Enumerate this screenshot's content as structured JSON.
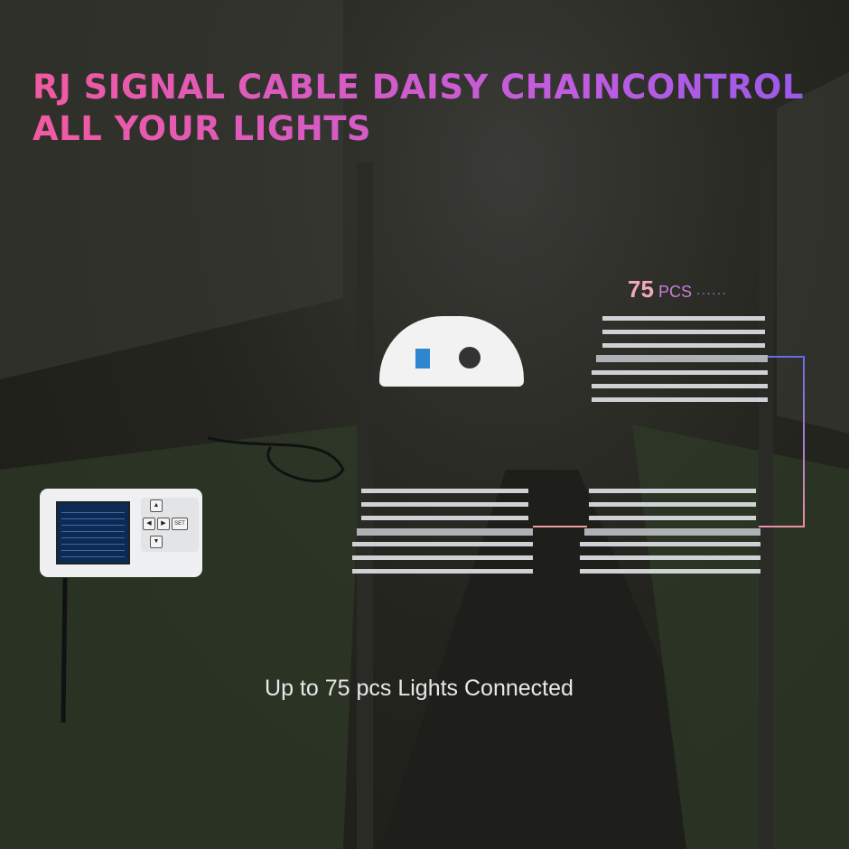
{
  "title": {
    "line1": "RJ SIGNAL CABLE DAISY CHAINCONTROL",
    "line2": "ALL YOUR LIGHTS"
  },
  "badge": {
    "count": "75",
    "unit": "PCS",
    "dots": "······"
  },
  "caption": "Up to 75 pcs Lights Connected",
  "controller": {
    "set_label": "SET"
  },
  "colors": {
    "title_start": "#f15aa0",
    "title_end": "#9a5ae8",
    "cable_start": "#f0a080",
    "cable_end": "#6a6ae8"
  }
}
